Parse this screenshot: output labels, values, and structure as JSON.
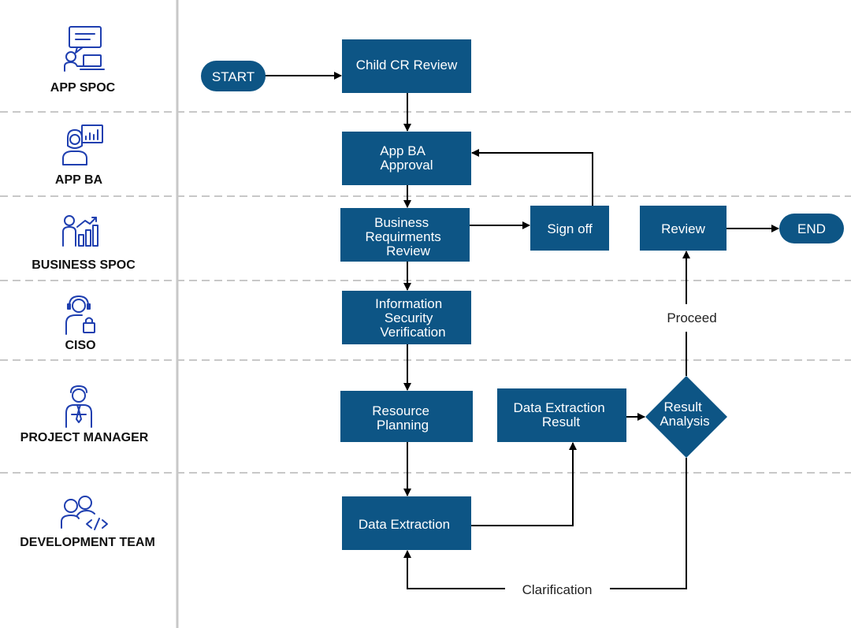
{
  "colors": {
    "node_fill": "#0d5585",
    "icon": "#1f3fb0",
    "separator": "#c8c8c8",
    "text_on_node": "#ffffff",
    "edge": "#000000"
  },
  "lanes": [
    {
      "label": "APP SPOC",
      "icon": "presenter-laptop-icon"
    },
    {
      "label": "APP BA",
      "icon": "analyst-chart-icon"
    },
    {
      "label": "BUSINESS SPOC",
      "icon": "team-growth-icon"
    },
    {
      "label": "CISO",
      "icon": "security-officer-icon"
    },
    {
      "label": "PROJECT MANAGER",
      "icon": "manager-icon"
    },
    {
      "label": "DEVELOPMENT TEAM",
      "icon": "developer-code-icon"
    }
  ],
  "nodes": {
    "start": "START",
    "child_cr_review": "Child CR Review",
    "app_ba_approval": [
      "App BA",
      "Approval"
    ],
    "business_requirements_review": [
      "Business",
      "Requirments",
      "Review"
    ],
    "sign_off": "Sign off",
    "review": "Review",
    "end": "END",
    "information_security_verification": [
      "Information",
      "Security",
      "Verification"
    ],
    "resource_planning": [
      "Resource",
      "Planning"
    ],
    "data_extraction_result": [
      "Data Extraction",
      "Result"
    ],
    "result_analysis": [
      "Result",
      "Analysis"
    ],
    "data_extraction": "Data Extraction"
  },
  "edge_labels": {
    "proceed": "Proceed",
    "clarification": "Clarification"
  }
}
